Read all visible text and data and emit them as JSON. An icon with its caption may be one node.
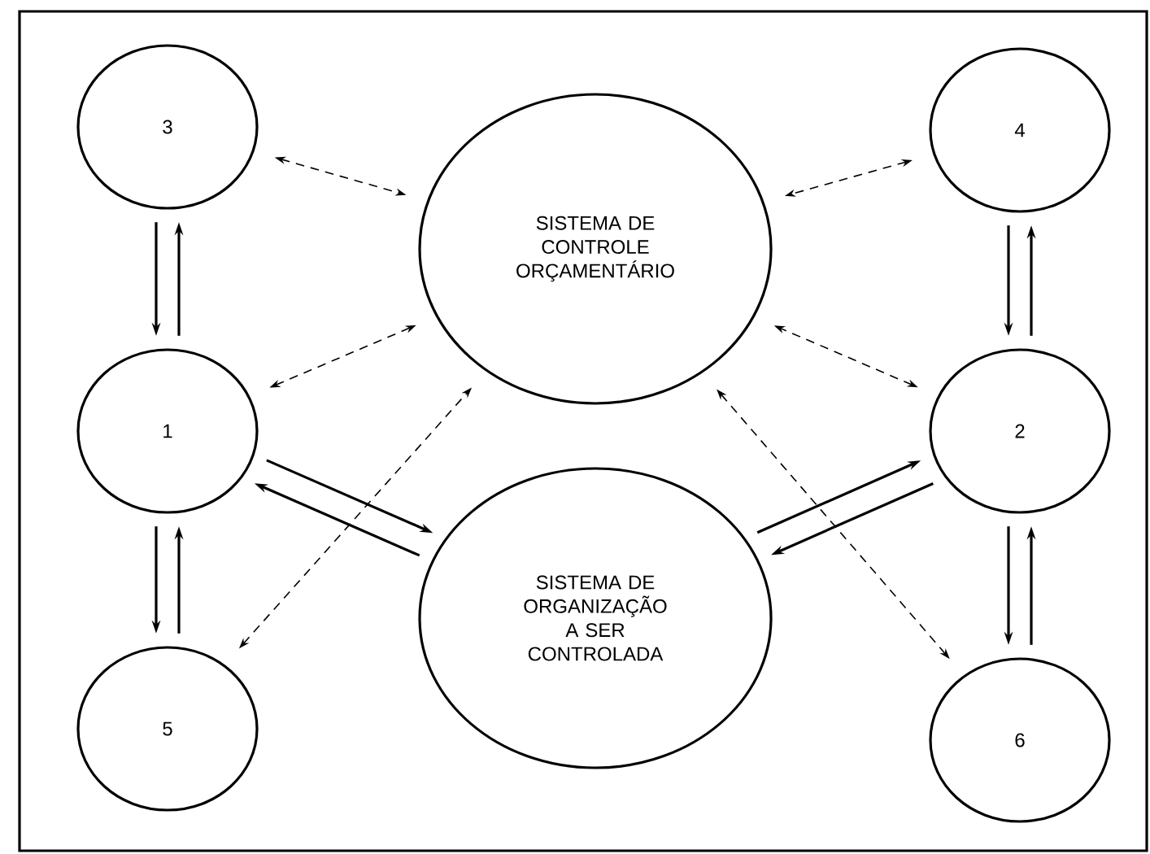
{
  "diagram": {
    "nodes": [
      {
        "text": [
          "3"
        ]
      },
      {
        "text": [
          "SISTEMA DE CONTROLE ORÇAMENTÁRIO"
        ]
      },
      {
        "text": [
          "4"
        ]
      },
      {
        "text": [
          "1"
        ]
      },
      {
        "text": [
          "2"
        ]
      },
      {
        "text": [
          "SISTEMA DE ORGANIZAÇÃO A SER CONTROLADA"
        ]
      },
      {
        "text": [
          "5"
        ]
      },
      {
        "text": [
          "6"
        ]
      }
    ],
    "edges": [
      {
        "from": 0,
        "to": 3,
        "arrow": "to"
      },
      {
        "from": 3,
        "to": 0,
        "arrow": "to"
      },
      {
        "from": 0,
        "to": 1,
        "arrow": "both",
        "style": "dashed"
      },
      {
        "from": 3,
        "to": 1,
        "arrow": "both",
        "style": "dashed"
      },
      {
        "from": 6,
        "to": 1,
        "arrow": "both",
        "style": "dashed"
      },
      {
        "from": 2,
        "to": 1,
        "arrow": "both",
        "style": "dashed"
      },
      {
        "from": 4,
        "to": 1,
        "arrow": "both",
        "style": "dashed"
      },
      {
        "from": 7,
        "to": 1,
        "arrow": "both",
        "style": "dashed"
      },
      {
        "from": 3,
        "to": 5,
        "arrow": "to"
      },
      {
        "from": 5,
        "to": 3,
        "arrow": "to"
      },
      {
        "from": 5,
        "to": 4,
        "arrow": "to"
      },
      {
        "from": 4,
        "to": 5,
        "arrow": "to"
      },
      {
        "from": 2,
        "to": 4,
        "arrow": "to"
      },
      {
        "from": 4,
        "to": 2,
        "arrow": "to"
      },
      {
        "from": 3,
        "to": 6,
        "arrow": "to"
      },
      {
        "from": 6,
        "to": 3,
        "arrow": "to"
      },
      {
        "from": 4,
        "to": 7,
        "arrow": "to"
      },
      {
        "from": 7,
        "to": 4,
        "arrow": "to"
      }
    ]
  }
}
